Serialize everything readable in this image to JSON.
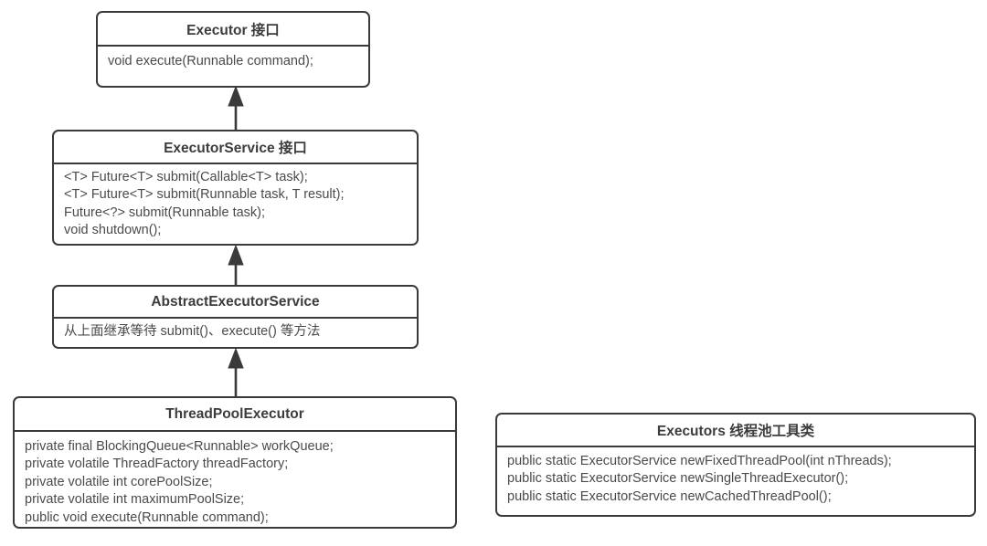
{
  "diagram": {
    "title": "Java Executor framework class diagram",
    "stroke_color": "#3a3a3a",
    "text_color": "#4a4a4a",
    "title_color": "#3c3c3c",
    "background": "#ffffff"
  },
  "classes": [
    {
      "id": "executor",
      "name": "Executor 接口",
      "members": [
        "void execute(Runnable command);"
      ]
    },
    {
      "id": "executorservice",
      "name": "ExecutorService 接口",
      "members": [
        "<T> Future<T> submit(Callable<T> task);",
        "<T> Future<T> submit(Runnable task, T result);",
        "Future<?> submit(Runnable task);",
        "void shutdown();"
      ]
    },
    {
      "id": "abstractexecutorservice",
      "name": "AbstractExecutorService",
      "members": [
        "从上面继承等待 submit()、execute() 等方法"
      ]
    },
    {
      "id": "threadpoolexecutor",
      "name": "ThreadPoolExecutor",
      "members": [
        "private final BlockingQueue<Runnable> workQueue;",
        "private volatile ThreadFactory threadFactory;",
        "private volatile int corePoolSize;",
        "private volatile int maximumPoolSize;",
        "public void execute(Runnable command);"
      ]
    },
    {
      "id": "executors",
      "name": "Executors 线程池工具类",
      "members": [
        "public static ExecutorService newFixedThreadPool(int nThreads);",
        "public static ExecutorService newSingleThreadExecutor();",
        "public static ExecutorService newCachedThreadPool();"
      ]
    }
  ],
  "relations": [
    {
      "id": "rel-1",
      "kind": "generalization",
      "from": "executorservice",
      "to": "executor"
    },
    {
      "id": "rel-2",
      "kind": "generalization",
      "from": "abstractexecutorservice",
      "to": "executorservice"
    },
    {
      "id": "rel-3",
      "kind": "generalization",
      "from": "threadpoolexecutor",
      "to": "abstractexecutorservice"
    }
  ]
}
